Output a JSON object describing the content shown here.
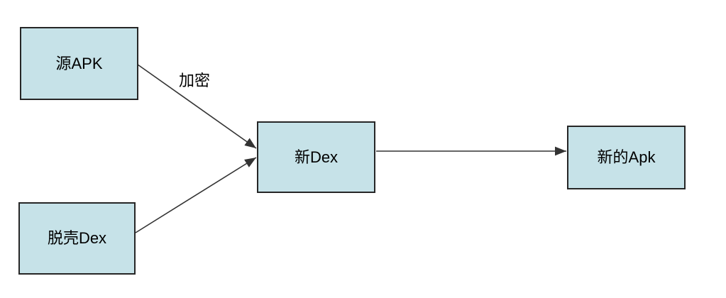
{
  "diagram": {
    "colors": {
      "background": "#ffffff",
      "node_fill": "#c6e2e8",
      "node_border": "#262626",
      "edge_stroke": "#333333",
      "text": "#000000"
    },
    "nodes": [
      {
        "id": "source-apk",
        "label": "源APK"
      },
      {
        "id": "unpacked-dex",
        "label": "脱壳Dex"
      },
      {
        "id": "new-dex",
        "label": "新Dex"
      },
      {
        "id": "new-apk",
        "label": "新的Apk"
      }
    ],
    "edges": [
      {
        "from": "source-apk",
        "to": "new-dex",
        "label": "加密"
      },
      {
        "from": "unpacked-dex",
        "to": "new-dex",
        "label": ""
      },
      {
        "from": "new-dex",
        "to": "new-apk",
        "label": ""
      }
    ]
  }
}
